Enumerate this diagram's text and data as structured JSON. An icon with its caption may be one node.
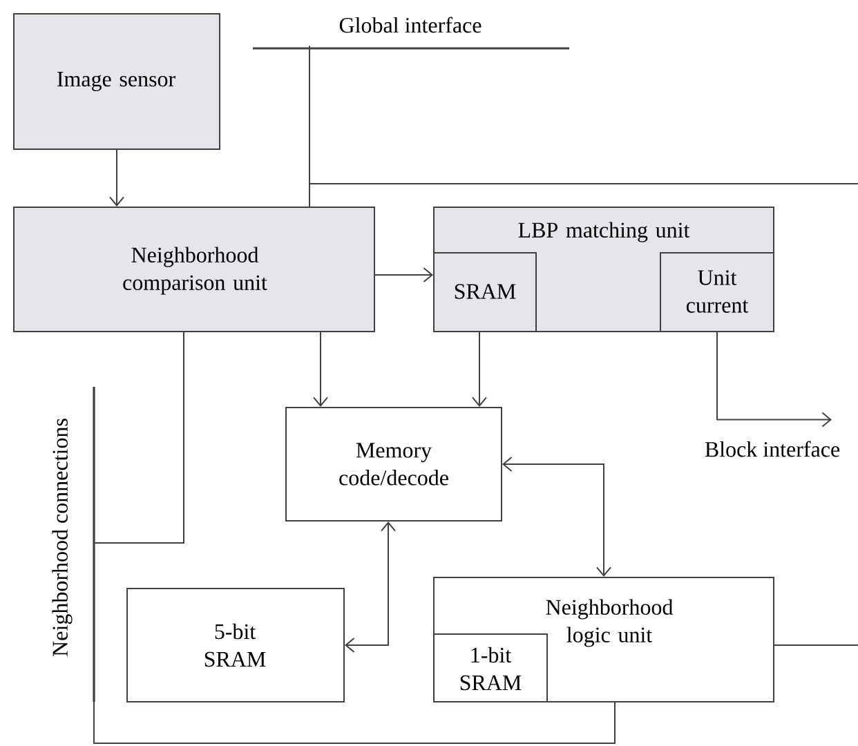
{
  "diagram": {
    "nodes": [
      {
        "text": [
          "Image sensor"
        ]
      },
      {
        "text": [
          "Neighborhood comparison unit"
        ]
      },
      {
        "text": [
          "LBP matching unit"
        ]
      },
      {
        "text": [
          "SRAM"
        ],
        "in": 2
      },
      {
        "text": [
          "Unit current"
        ],
        "in": 2
      },
      {
        "text": [
          "Memory code/decode"
        ]
      },
      {
        "text": [
          "5-bit SRAM"
        ]
      },
      {
        "text": [
          "Neighborhood logic unit"
        ]
      },
      {
        "text": [
          "1-bit SRAM"
        ],
        "in": 7
      },
      {
        "text": [
          "Global interface"
        ]
      },
      {
        "text": [
          "Block interface"
        ]
      },
      {
        "text": [
          "Neighborhood connections"
        ]
      }
    ],
    "edges": [
      {
        "from": 0,
        "to": 1,
        "arrow": "to"
      },
      {
        "from": 1,
        "to": 2,
        "arrow": "to"
      },
      {
        "from": 1,
        "to": 5,
        "arrow": "to"
      },
      {
        "from": 3,
        "to": 5,
        "arrow": "to"
      },
      {
        "from": 4,
        "to": 10,
        "arrow": "to"
      },
      {
        "from": 5,
        "to": 7,
        "arrow": "both"
      },
      {
        "from": 5,
        "to": 6,
        "arrow": "both"
      },
      {
        "from": 1,
        "to": 9,
        "arrow": "none"
      },
      {
        "from": 1,
        "to": null,
        "arrow": "none"
      },
      {
        "from": 1,
        "to": 11,
        "arrow": "none"
      },
      {
        "from": 7,
        "to": 11,
        "arrow": "none"
      },
      {
        "from": 7,
        "to": null,
        "arrow": "none"
      }
    ]
  }
}
